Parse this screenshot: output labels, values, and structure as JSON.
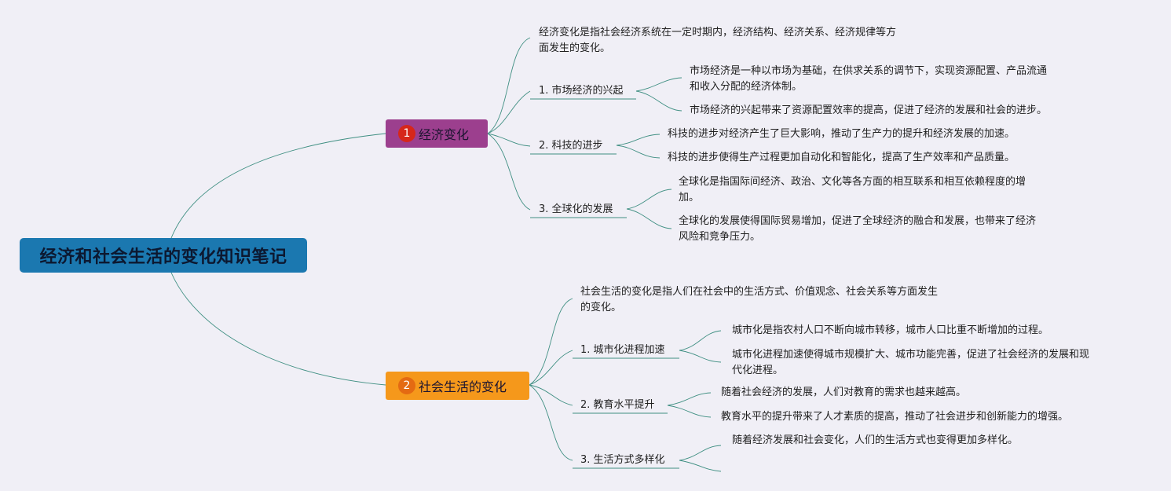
{
  "root": {
    "title": "经济和社会生活的变化知识笔记"
  },
  "branches": [
    {
      "num": "1",
      "label": "经济变化",
      "color": "#9c3f8e",
      "num_color": "#d6271b",
      "intro": [
        "经济变化是指社会经济系统在一定时期内，经济结构、经济关系、经济规律等方",
        "面发生的变化。"
      ],
      "topics": [
        {
          "label": "1. 市场经济的兴起",
          "notes": [
            [
              "市场经济是一种以市场为基础，在供求关系的调节下，实现资源配置、产品流通",
              "和收入分配的经济体制。"
            ],
            [
              "市场经济的兴起带来了资源配置效率的提高，促进了经济的发展和社会的进步。"
            ]
          ]
        },
        {
          "label": "2. 科技的进步",
          "notes": [
            [
              "科技的进步对经济产生了巨大影响，推动了生产力的提升和经济发展的加速。"
            ],
            [
              "科技的进步使得生产过程更加自动化和智能化，提高了生产效率和产品质量。"
            ]
          ]
        },
        {
          "label": "3. 全球化的发展",
          "notes": [
            [
              "全球化是指国际间经济、政治、文化等各方面的相互联系和相互依赖程度的增",
              "加。"
            ],
            [
              "全球化的发展使得国际贸易增加，促进了全球经济的融合和发展，也带来了经济",
              "风险和竞争压力。"
            ]
          ]
        }
      ]
    },
    {
      "num": "2",
      "label": "社会生活的变化",
      "color": "#f5981b",
      "num_color": "#e46a12",
      "intro": [
        "社会生活的变化是指人们在社会中的生活方式、价值观念、社会关系等方面发生",
        "的变化。"
      ],
      "topics": [
        {
          "label": "1. 城市化进程加速",
          "notes": [
            [
              "城市化是指农村人口不断向城市转移，城市人口比重不断增加的过程。"
            ],
            [
              "城市化进程加速使得城市规模扩大、城市功能完善，促进了社会经济的发展和现",
              "代化进程。"
            ]
          ]
        },
        {
          "label": "2. 教育水平提升",
          "notes": [
            [
              "随着社会经济的发展，人们对教育的需求也越来越高。"
            ],
            [
              "教育水平的提升带来了人才素质的提高，推动了社会进步和创新能力的增强。"
            ]
          ]
        },
        {
          "label": "3. 生活方式多样化",
          "notes": [
            [
              "随着经济发展和社会变化，人们的生活方式也变得更加多样化。"
            ],
            []
          ]
        }
      ]
    }
  ],
  "colors": {
    "background": "#f0eff6",
    "root": "#1b78b0",
    "connector": "#3f8f82"
  }
}
